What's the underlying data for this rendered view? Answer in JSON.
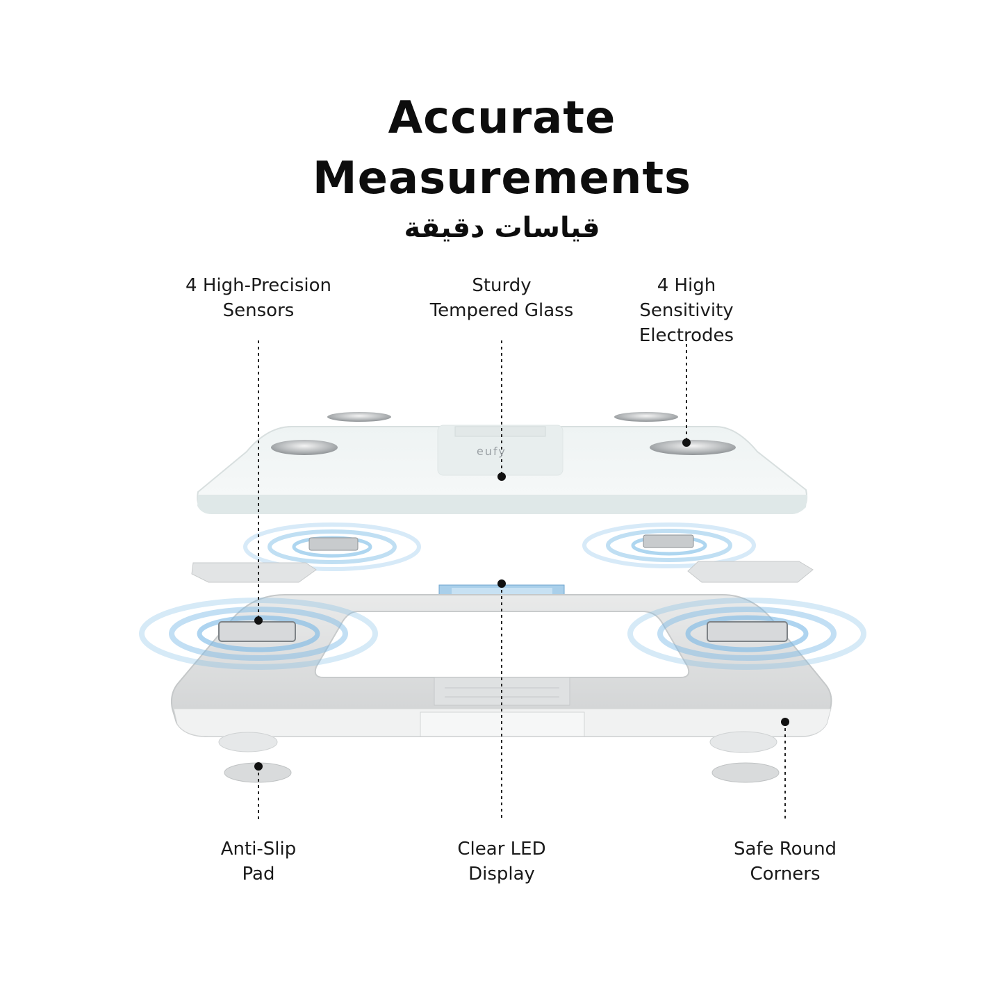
{
  "headline": {
    "line1": "Accurate",
    "line2": "Measurements",
    "arabic": "قياسات دقيقة"
  },
  "product": {
    "brand": "eufy"
  },
  "callouts": {
    "sensors": "4 High-Precision\nSensors",
    "glass": "Sturdy\nTempered Glass",
    "electrodes": "4 High\nSensitivity\nElectrodes",
    "pad": "Anti-Slip\nPad",
    "display": "Clear LED\nDisplay",
    "corners": "Safe Round\nCorners"
  },
  "colors": {
    "accent_blue": "#5aa9dd",
    "text": "#111111"
  }
}
